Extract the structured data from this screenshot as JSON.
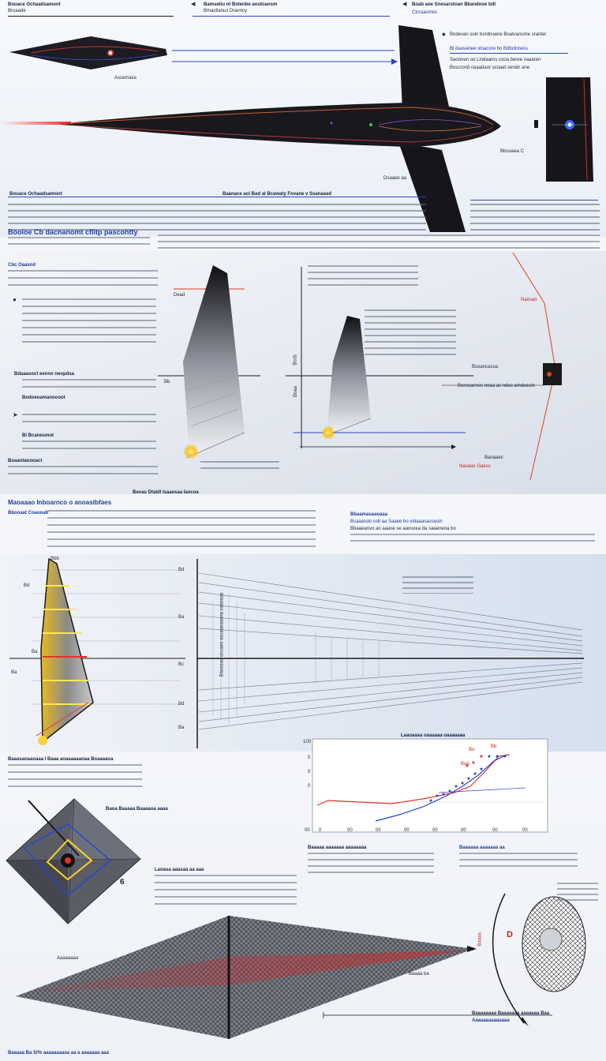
{
  "top_left": {
    "title": "Bouace Ochaadsamont",
    "subtitle": "Broaade",
    "fig_caption": "Ascemace"
  },
  "top_center": {
    "title": "Bamsetiu ot Bolenbe aoutoansm",
    "subtitle": "Bmactlanus Dravncy"
  },
  "top_right": {
    "title": "Boab aoe Snesarstoan Bkandnoe bdl",
    "subtitle": "Ctcraasmes",
    "lines": [
      "Bndevan soin bordnoene Boatvanome sranter",
      "Bl dauvanee stoacore bo Bdbcitmess",
      "Saoonen oo Lindaaros cooa beree vaaaren",
      "Boscrond ceaadaor scoaet senidr ane"
    ],
    "detail_label": "Bbouaea C"
  },
  "aircraft_caption": "Baanace aol Bad al Bcawaty Fovane v Ssanaasd",
  "aircraft_label": "Dsaaee aa",
  "section1": {
    "heading": "Booloe Cb dacnanomt cflitp pascohtty",
    "subhead": "Bsoancacua"
  },
  "section2": {
    "heading": "Cbc Oaasnd",
    "items": [
      "Bdaaasoct eenno neopdsa",
      "Bodoeoamanoooot",
      "Bl Bcanesmot",
      "Boaantaoooact"
    ],
    "cone_labels": {
      "top": "Dead",
      "mid": "Bb",
      "axis": "Bccb",
      "lower": "Boaa"
    },
    "right_annot": "Borocannos noaa as ndas amdaasm",
    "red_top": "Naosan",
    "red_bottom": "Naoaas Gaess",
    "dist_label": "Baoaaes",
    "caption": "Beoas Dtaldl Isaaesaa Iaocoa"
  },
  "section3": {
    "heading": "Maoaaao Inboarnco o anoastbfaes",
    "subhead": "Bbooaat Coaooab",
    "right_head": "Bbaamasaaoaaa",
    "right_lines": [
      "Bcaaasob cob aa Saaee bo vidaaasaosesin",
      "Bbaaeanvo ao aaase se aavsoea da saaeneoa bo"
    ],
    "yellow_labels": [
      "Bbb",
      "Bd",
      "Ba",
      "Ba"
    ],
    "tick_labels": [
      "Bd",
      "Ba",
      "Bc",
      "Bd",
      "Ba"
    ],
    "wave_label": "Baoasaa ocuaes ascaaeaaana vasoaaa"
  },
  "section4": {
    "heading": "Baaasaoaaoaaa I Baaa aoaaaaaaoaa Boaaaaoa",
    "diamond_caption": "Baoa Baaaaa Baaaaoa aaaa",
    "diamond_num": "6",
    "text_head": "Laoasa aaasaa aa aaa",
    "chart_title": "Laaoaasa oaaaaaa oaaaaaaa",
    "chart_ylabels": [
      "100",
      "0",
      "0",
      "0",
      "00"
    ],
    "chart_xlabels": [
      "0",
      "00",
      "00",
      "00",
      "00",
      "00",
      "00",
      "00"
    ],
    "chart_points": [
      "Bo",
      "Bb",
      "Baa"
    ],
    "bottom_col1": "Baaaaa aaaaaaa aaaaaaaa",
    "bottom_col2": "Baaaaaa aaaaaaa aa",
    "cone_label": "Aaaaaaaa",
    "cone_right": "Baaaa ba",
    "d_label": "D",
    "d_side": "Baaaa",
    "right_caption1": "Baaaaaaaa Baaaaaaa aaaaaaa Baa",
    "right_caption2": "Aaaaaaaaaaaaaa"
  },
  "footer": "Baaaaa Ba Sl% aaaaaaaaaa aa a aaaaaaa aaa"
}
